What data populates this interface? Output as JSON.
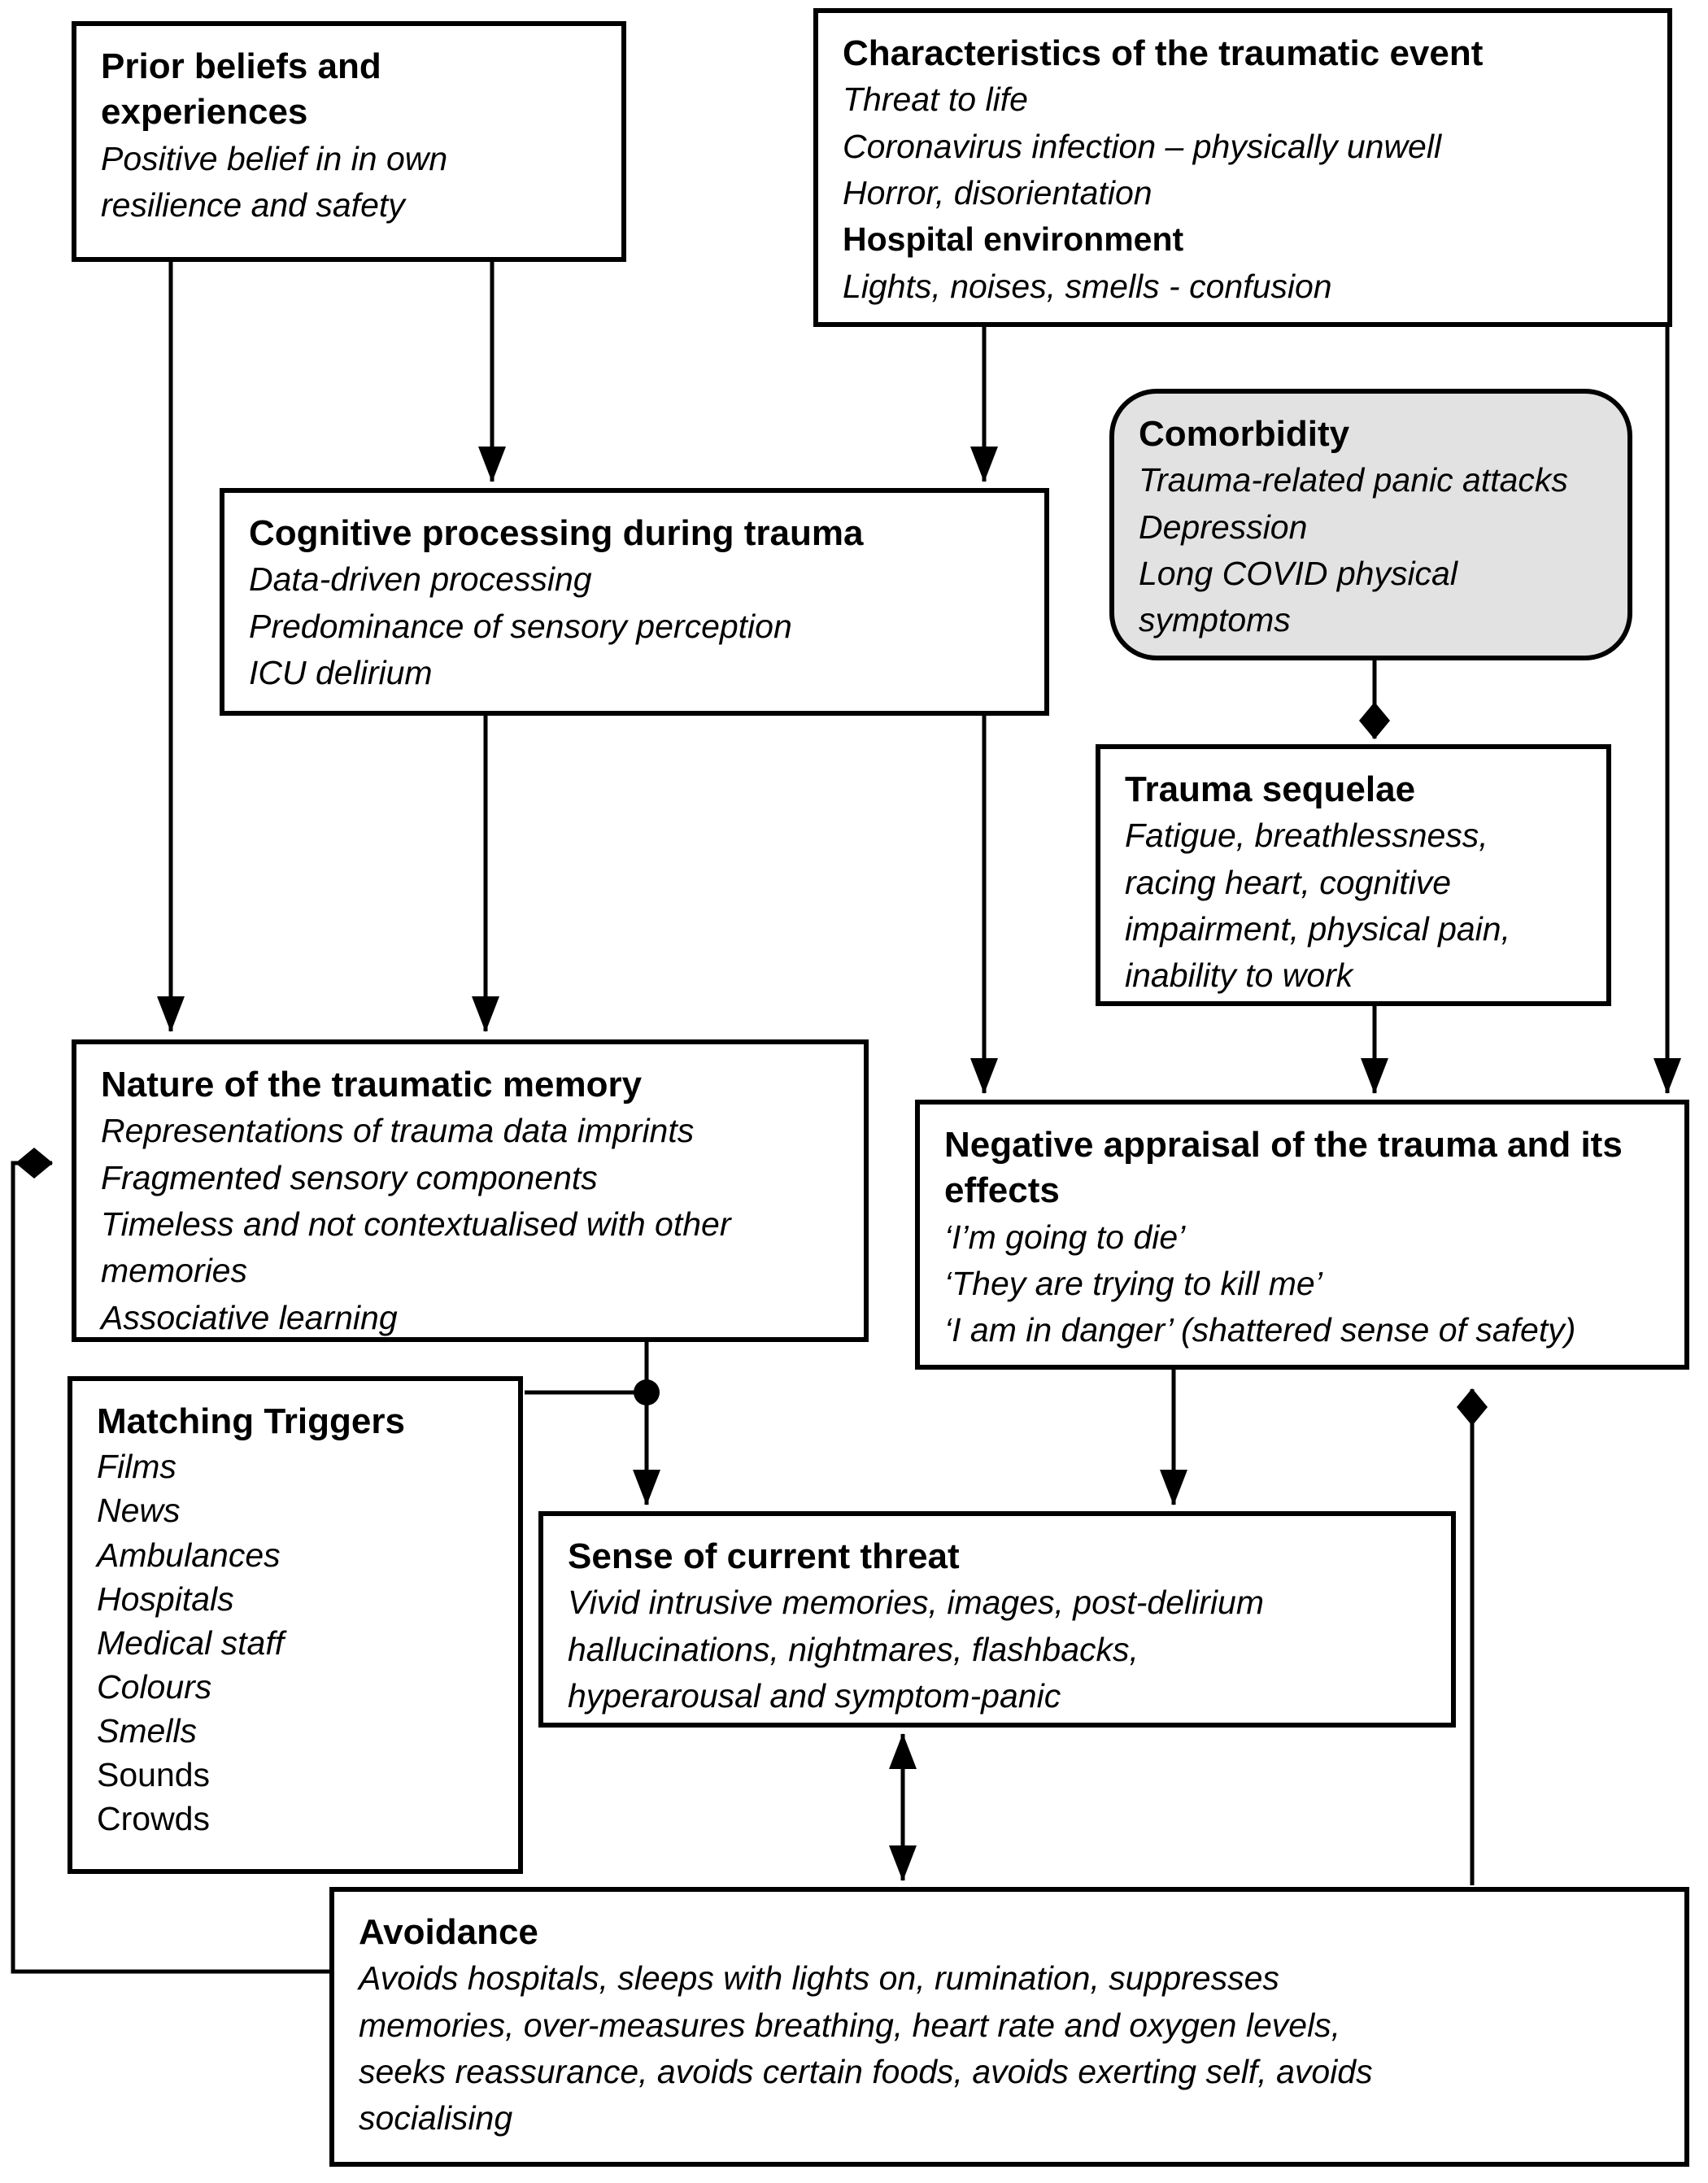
{
  "diagram_title": "Cognitive model of trauma flow diagram",
  "colors": {
    "background": "#ffffff",
    "box_border": "#000000",
    "box_fill": "#ffffff",
    "comorbidity_fill": "#e2e2e2",
    "connector": "#000000"
  },
  "boxes": {
    "prior_beliefs": {
      "title": "Prior beliefs and experiences",
      "body": [
        "Positive belief in in own",
        "resilience and safety"
      ]
    },
    "characteristics": {
      "title": "Characteristics of the traumatic event",
      "body": [
        "Threat to life",
        "Coronavirus infection – physically unwell",
        "Horror, disorientation",
        "Hospital environment",
        "Lights, noises, smells - confusion"
      ]
    },
    "cognitive": {
      "title": "Cognitive processing during trauma",
      "body": [
        "Data-driven processing",
        "Predominance of sensory perception",
        "ICU delirium"
      ]
    },
    "comorbidity": {
      "title": "Comorbidity",
      "body": [
        "Trauma-related panic attacks",
        "Depression",
        "Long COVID physical",
        "symptoms"
      ]
    },
    "trauma_sequelae": {
      "title": "Trauma sequelae",
      "body": [
        "Fatigue, breathlessness,",
        "racing heart, cognitive",
        "impairment, physical pain,",
        "inability to work"
      ]
    },
    "nature": {
      "title": "Nature of the traumatic memory",
      "body": [
        "Representations of trauma data imprints",
        "Fragmented sensory components",
        "Timeless and not contextualised with other",
        "memories",
        "Associative learning"
      ]
    },
    "negative_appraisal": {
      "title": "Negative appraisal of the trauma and its effects",
      "body": [
        "‘I’m going to die’",
        "‘They are trying to kill me’",
        "‘I am in danger’ (shattered sense of safety)"
      ]
    },
    "matching_triggers": {
      "title": "Matching Triggers",
      "body": [
        "Films",
        "News",
        "Ambulances",
        "Hospitals",
        "Medical staff",
        "Colours",
        "Smells",
        "Sounds",
        "Crowds"
      ]
    },
    "sense": {
      "title": "Sense of current threat",
      "body": [
        "Vivid intrusive memories, images, post-delirium",
        "hallucinations,  nightmares, flashbacks,",
        "hyperarousal and symptom-panic"
      ]
    },
    "avoidance": {
      "title": "Avoidance",
      "body": [
        "Avoids hospitals, sleeps with lights on, rumination, suppresses",
        "memories, over-measures breathing, heart rate and oxygen levels,",
        "seeks reassurance, avoids certain foods, avoids exerting self, avoids",
        "socialising"
      ]
    }
  },
  "edges": [
    {
      "from": "prior_beliefs",
      "to": "cognitive",
      "type": "arrow"
    },
    {
      "from": "prior_beliefs",
      "to": "nature",
      "type": "arrow"
    },
    {
      "from": "characteristics",
      "to": "cognitive",
      "type": "arrow"
    },
    {
      "from": "characteristics",
      "to": "negative_appraisal",
      "type": "arrow",
      "note": "left line passing cognitive box"
    },
    {
      "from": "characteristics",
      "to": "negative_appraisal",
      "type": "arrow",
      "note": "right edge line"
    },
    {
      "from": "cognitive",
      "to": "nature",
      "type": "arrow"
    },
    {
      "from": "comorbidity",
      "to": "trauma_sequelae",
      "type": "diamond-arrow"
    },
    {
      "from": "trauma_sequelae",
      "to": "negative_appraisal",
      "type": "arrow"
    },
    {
      "from": "nature",
      "to": "sense",
      "type": "arrow",
      "note": "through junction dot"
    },
    {
      "from": "matching_triggers",
      "to": "sense",
      "type": "joins junction dot"
    },
    {
      "from": "negative_appraisal",
      "to": "sense",
      "type": "arrow"
    },
    {
      "from": "sense",
      "to": "avoidance",
      "type": "double-arrow"
    },
    {
      "from": "avoidance",
      "to": "negative_appraisal",
      "type": "diamond-arrow"
    },
    {
      "from": "avoidance",
      "to": "nature",
      "type": "diamond-arrow",
      "note": "feedback loop around left side"
    }
  ]
}
